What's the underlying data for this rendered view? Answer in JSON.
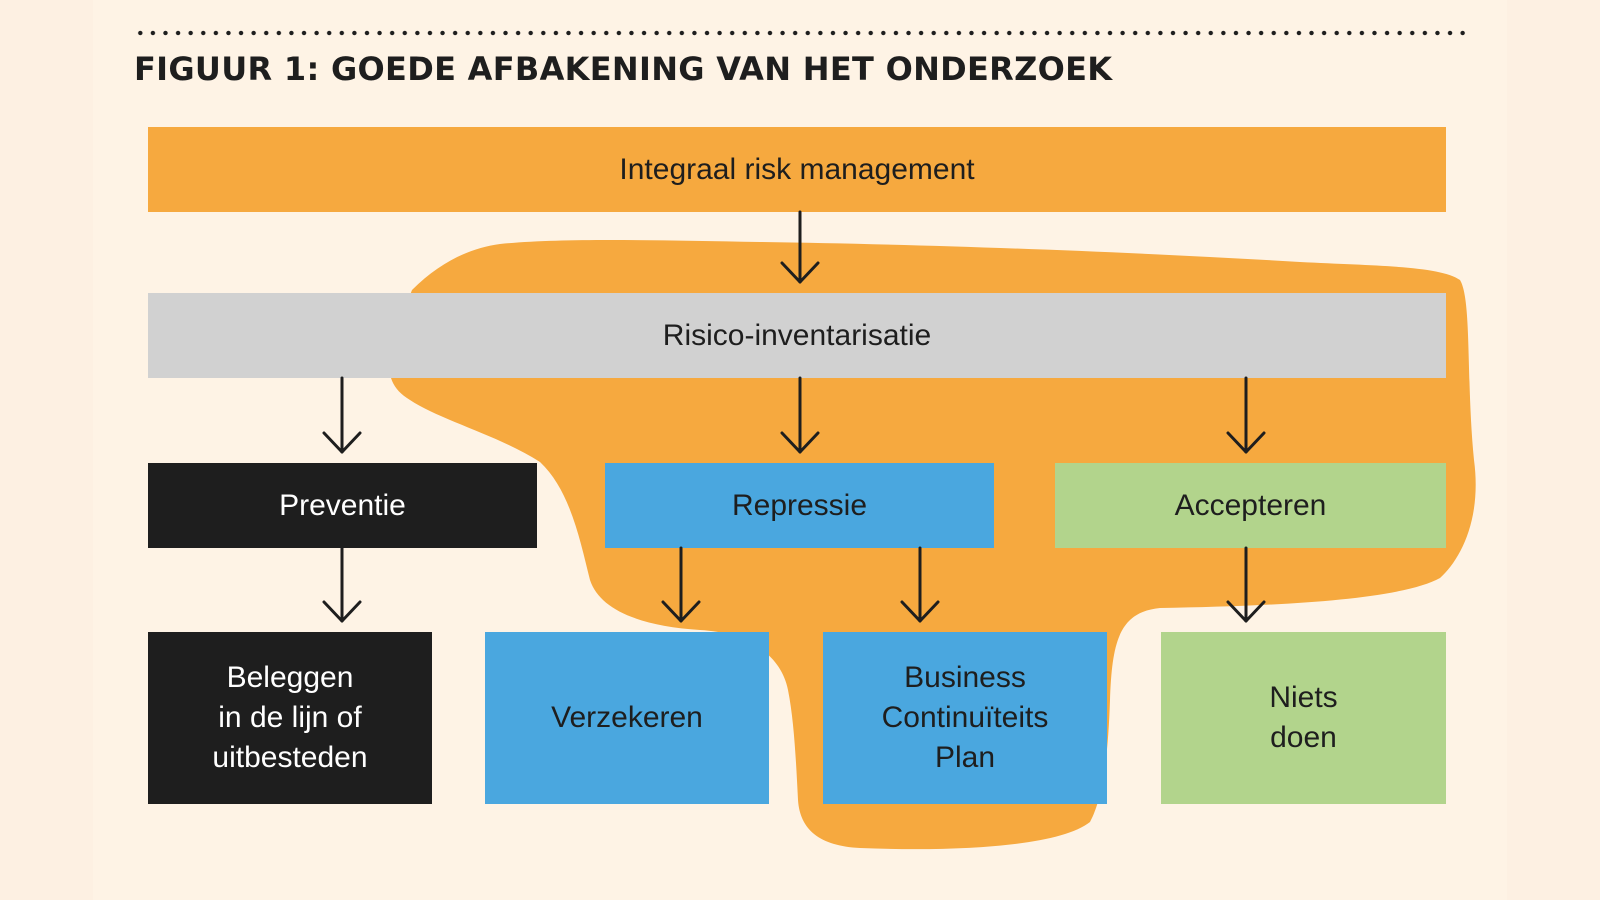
{
  "figure": {
    "title": "FIGUUR 1: GOEDE AFBAKENING VAN HET ONDERZOEK"
  },
  "nodes": {
    "integraal": "Integraal risk management",
    "inventarisatie": "Risico-inventarisatie",
    "preventie": "Preventie",
    "repressie": "Repressie",
    "accepteren": "Accepteren",
    "beleggen": [
      "Beleggen",
      "in de lijn of",
      "uitbesteden"
    ],
    "verzekeren": "Verzekeren",
    "bcp": [
      "Business",
      "Continuïteits",
      "Plan"
    ],
    "niets_doen": [
      "Niets",
      "doen"
    ]
  },
  "colors": {
    "background": "#fef3e5",
    "orange": "#f6a93f",
    "grey": "#d1d1d1",
    "black": "#1e1e1e",
    "blue": "#4aa7df",
    "green": "#b2d48c"
  }
}
